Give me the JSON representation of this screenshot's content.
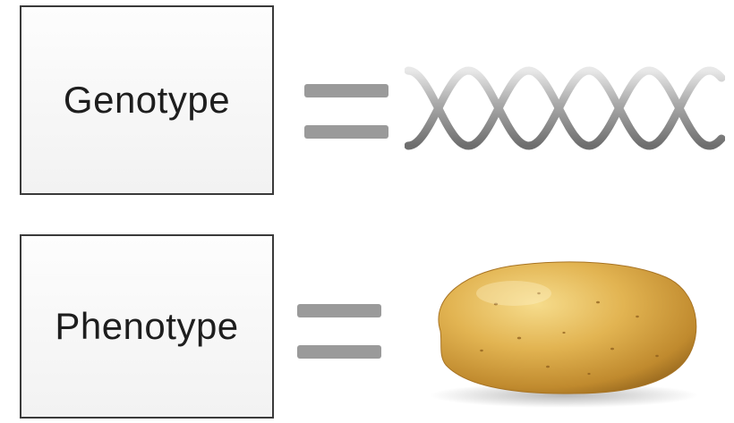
{
  "genotype": {
    "label": "Genotype",
    "equals_sign": "equals",
    "illustration": "dna-double-helix-icon"
  },
  "phenotype": {
    "label": "Phenotype",
    "equals_sign": "equals",
    "illustration": "potato-icon"
  },
  "colors": {
    "box_border": "#3a3a3a",
    "box_fill": "#f5f5f5",
    "equals_bar": "#9a9a9a",
    "dna_strand": "#9c9c9c",
    "potato_skin": "#d9a83c"
  }
}
